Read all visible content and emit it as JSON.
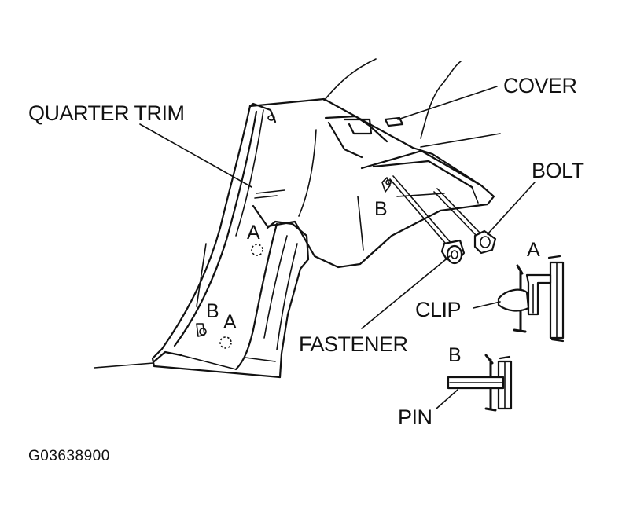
{
  "labels": {
    "quarter_trim": "QUARTER TRIM",
    "cover": "COVER",
    "bolt": "BOLT",
    "clip": "CLIP",
    "fastener": "FASTENER",
    "pin": "PIN",
    "point_a": "A",
    "point_b": "B",
    "detail_a": "A",
    "detail_b": "B"
  },
  "figure_code": "G03638900"
}
